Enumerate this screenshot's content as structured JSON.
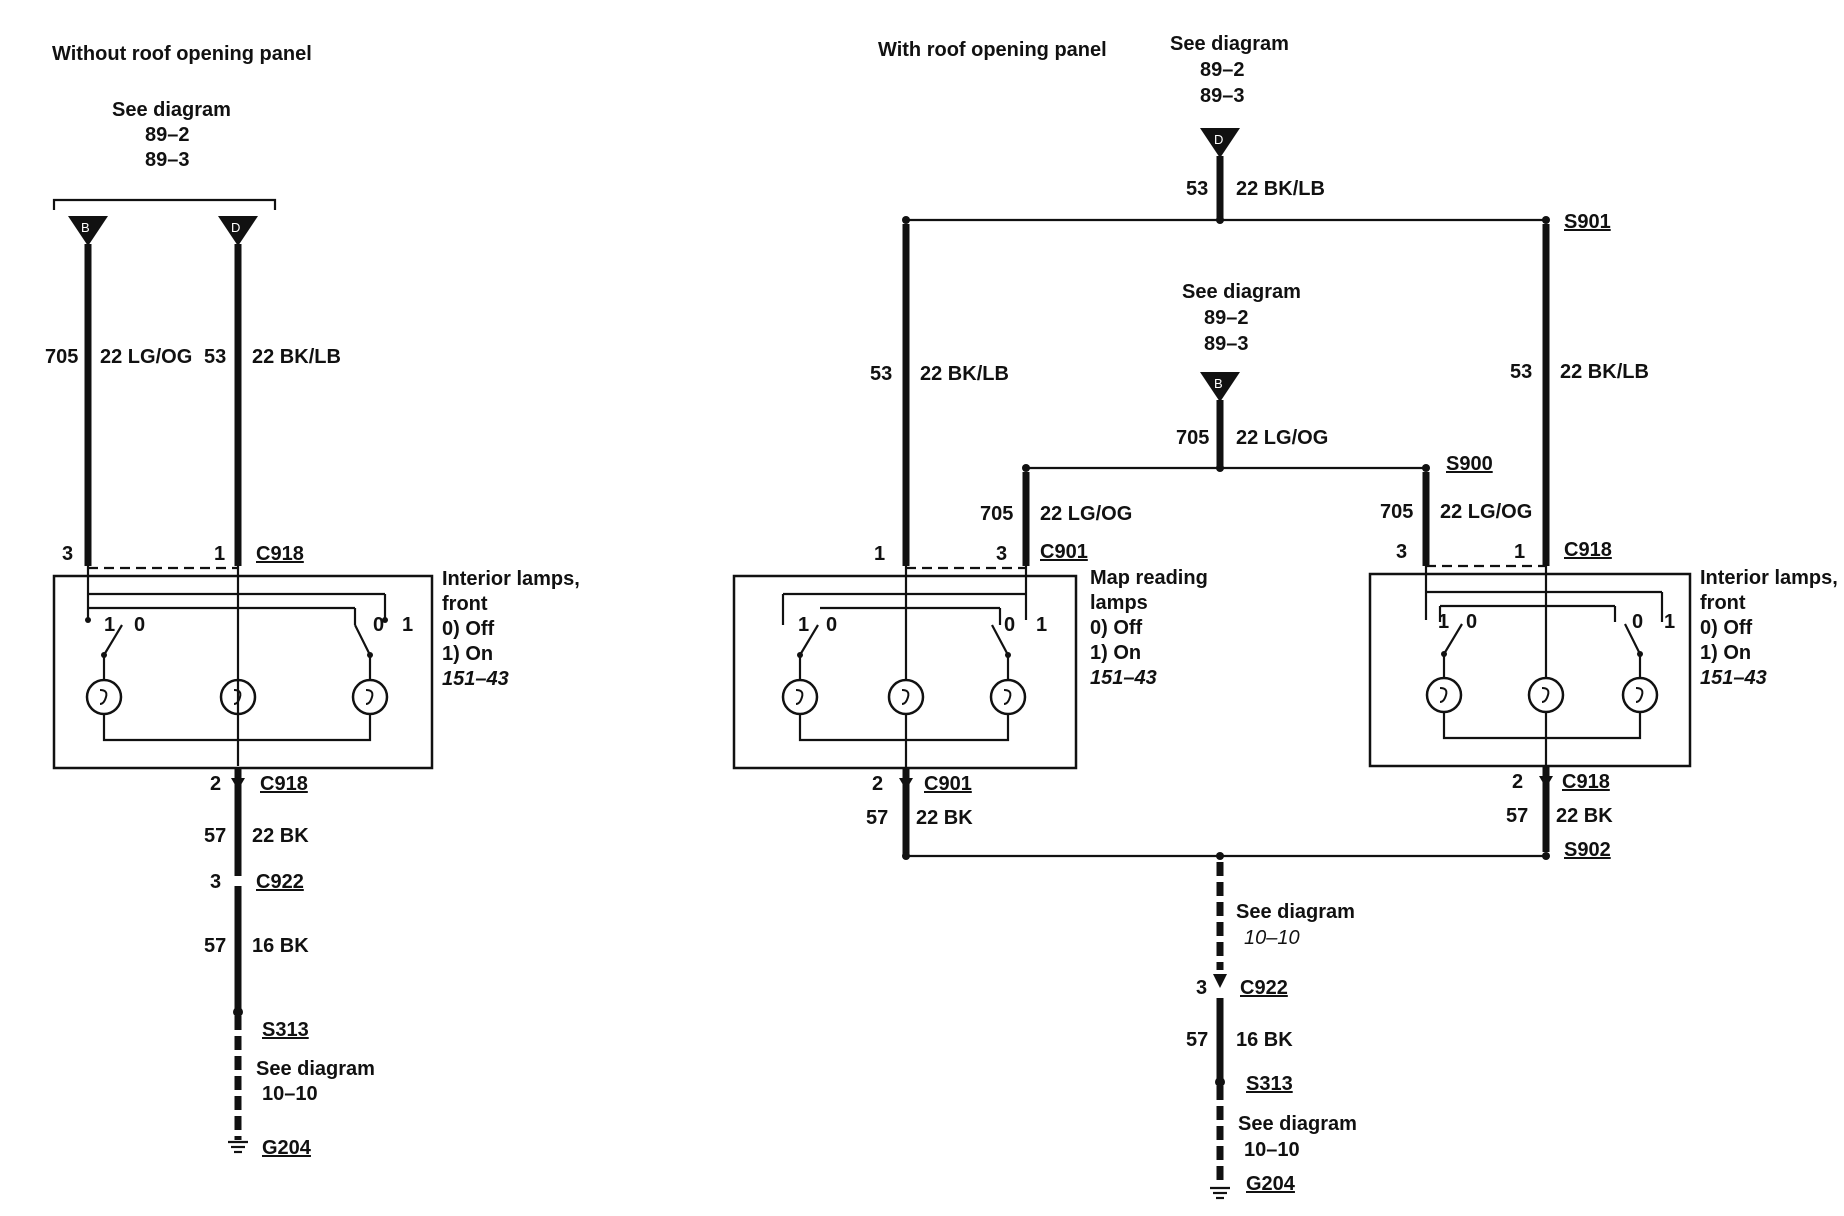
{
  "left": {
    "heading": "Without roof opening panel",
    "see_top": {
      "label": "See diagram",
      "ref1": "89–2",
      "ref2": "89–3"
    },
    "connB": "B",
    "connD": "D",
    "wire_705": {
      "circuit": "705",
      "gauge": "22 LG/OG"
    },
    "wire_53": {
      "circuit": "53",
      "gauge": "22 BK/LB"
    },
    "pin3": "3",
    "pin1": "1",
    "c918_top": "C918",
    "component": {
      "line1": "Interior lamps,",
      "line2": "front",
      "state0": "0)   Off",
      "state1": "1)   On",
      "ref": "151–43"
    },
    "sw_left": {
      "a": "1",
      "b": "0"
    },
    "sw_right": {
      "a": "0",
      "b": "1"
    },
    "pin2": "2",
    "c918_bottom": "C918",
    "wire_57a": {
      "circuit": "57",
      "gauge": "22 BK"
    },
    "pin3b": "3",
    "c922": "C922",
    "wire_57b": {
      "circuit": "57",
      "gauge": "16 BK"
    },
    "s313": "S313",
    "see_bottom": {
      "label": "See diagram",
      "ref": "10–10"
    },
    "g204": "G204"
  },
  "right": {
    "heading": "With roof opening panel",
    "see_top": {
      "label": "See diagram",
      "ref1": "89–2",
      "ref2": "89–3"
    },
    "connD": "D",
    "wire_53_top": {
      "circuit": "53",
      "gauge": "22 BK/LB"
    },
    "s901": "S901",
    "wire_53_left": {
      "circuit": "53",
      "gauge": "22 BK/LB"
    },
    "wire_53_right": {
      "circuit": "53",
      "gauge": "22 BK/LB"
    },
    "see_mid": {
      "label": "See diagram",
      "ref1": "89–2",
      "ref2": "89–3"
    },
    "connB": "B",
    "wire_705_mid": {
      "circuit": "705",
      "gauge": "22 LG/OG"
    },
    "s900": "S900",
    "wire_705_left": {
      "circuit": "705",
      "gauge": "22 LG/OG"
    },
    "wire_705_right": {
      "circuit": "705",
      "gauge": "22 LG/OG"
    },
    "map_pin1": "1",
    "map_pin3": "3",
    "c901_top": "C901",
    "map_component": {
      "line1": "Map reading",
      "line2": "lamps",
      "state0": "0)   Off",
      "state1": "1)   On",
      "ref": "151–43"
    },
    "int_pin3": "3",
    "int_pin1": "1",
    "c918_top": "C918",
    "int_component": {
      "line1": "Interior lamps,",
      "line2": "front",
      "state0": "0)   Off",
      "state1": "1)   On",
      "ref": "151–43"
    },
    "sw_left": {
      "a": "1",
      "b": "0"
    },
    "sw_right": {
      "a": "0",
      "b": "1"
    },
    "map_pin2": "2",
    "c901_bottom": "C901",
    "wire_57_left": {
      "circuit": "57",
      "gauge": "22 BK"
    },
    "int_pin2": "2",
    "c918_bottom": "C918",
    "wire_57_right": {
      "circuit": "57",
      "gauge": "22 BK"
    },
    "s902": "S902",
    "see_low": {
      "label": "See diagram",
      "ref": "10–10"
    },
    "pin3b": "3",
    "c922": "C922",
    "wire_57b": {
      "circuit": "57",
      "gauge": "16 BK"
    },
    "s313": "S313",
    "see_bottom": {
      "label": "See diagram",
      "ref": "10–10"
    },
    "g204": "G204"
  }
}
